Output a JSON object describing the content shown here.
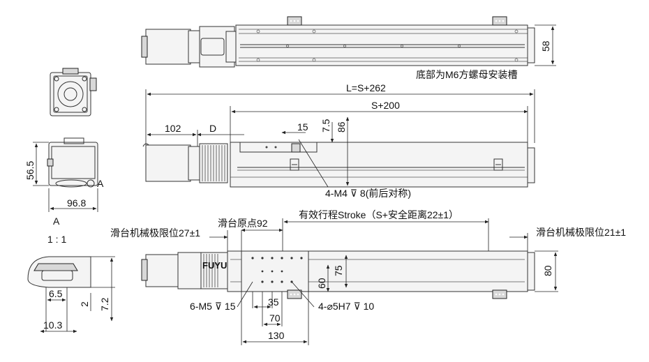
{
  "labels": {
    "dim_58": "58",
    "bottom_slot_note": "底部为M6方螺母安装槽",
    "dim_L": "L=S+262",
    "dim_S200": "S+200",
    "dim_102": "102",
    "dim_D": "D",
    "dim_15": "15",
    "dim_7_5": "7.5",
    "dim_86": "86",
    "dim_56_5": "56.5",
    "mark_A_side": "A",
    "dim_96_8": "96.8",
    "mark_A_view": "A",
    "note_m4": "4-M4 ⊽ 8(前后对称)",
    "scale_1_1": "1 : 1",
    "limit_left": "滑台机械极限位27±1",
    "origin": "滑台原点92",
    "stroke": "有效行程Stroke（S+安全距离22±1）",
    "limit_right": "滑台机械极限位21±1",
    "dim_75": "75",
    "dim_80": "80",
    "dim_60": "60",
    "dim_6_5": "6.5",
    "dim_2": "2",
    "dim_7_2": "7.2",
    "dim_10_3": "10.3",
    "note_m5": "6-M5 ⊽ 15",
    "dim_35": "35",
    "note_pin": "4-⌀5H7 ⊽ 10",
    "dim_70": "70",
    "dim_130": "130",
    "brand": "FUYU"
  }
}
